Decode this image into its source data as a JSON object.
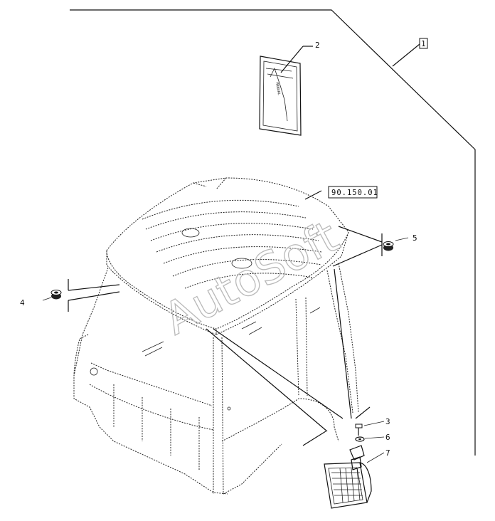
{
  "callouts": {
    "c1": "1",
    "c2": "2",
    "c3": "3",
    "c4": "4",
    "c5": "5",
    "c6": "6",
    "c7": "7"
  },
  "reference_box": "90.150.01",
  "watermark": "AutoSoft",
  "manual_label": "MANUAL"
}
